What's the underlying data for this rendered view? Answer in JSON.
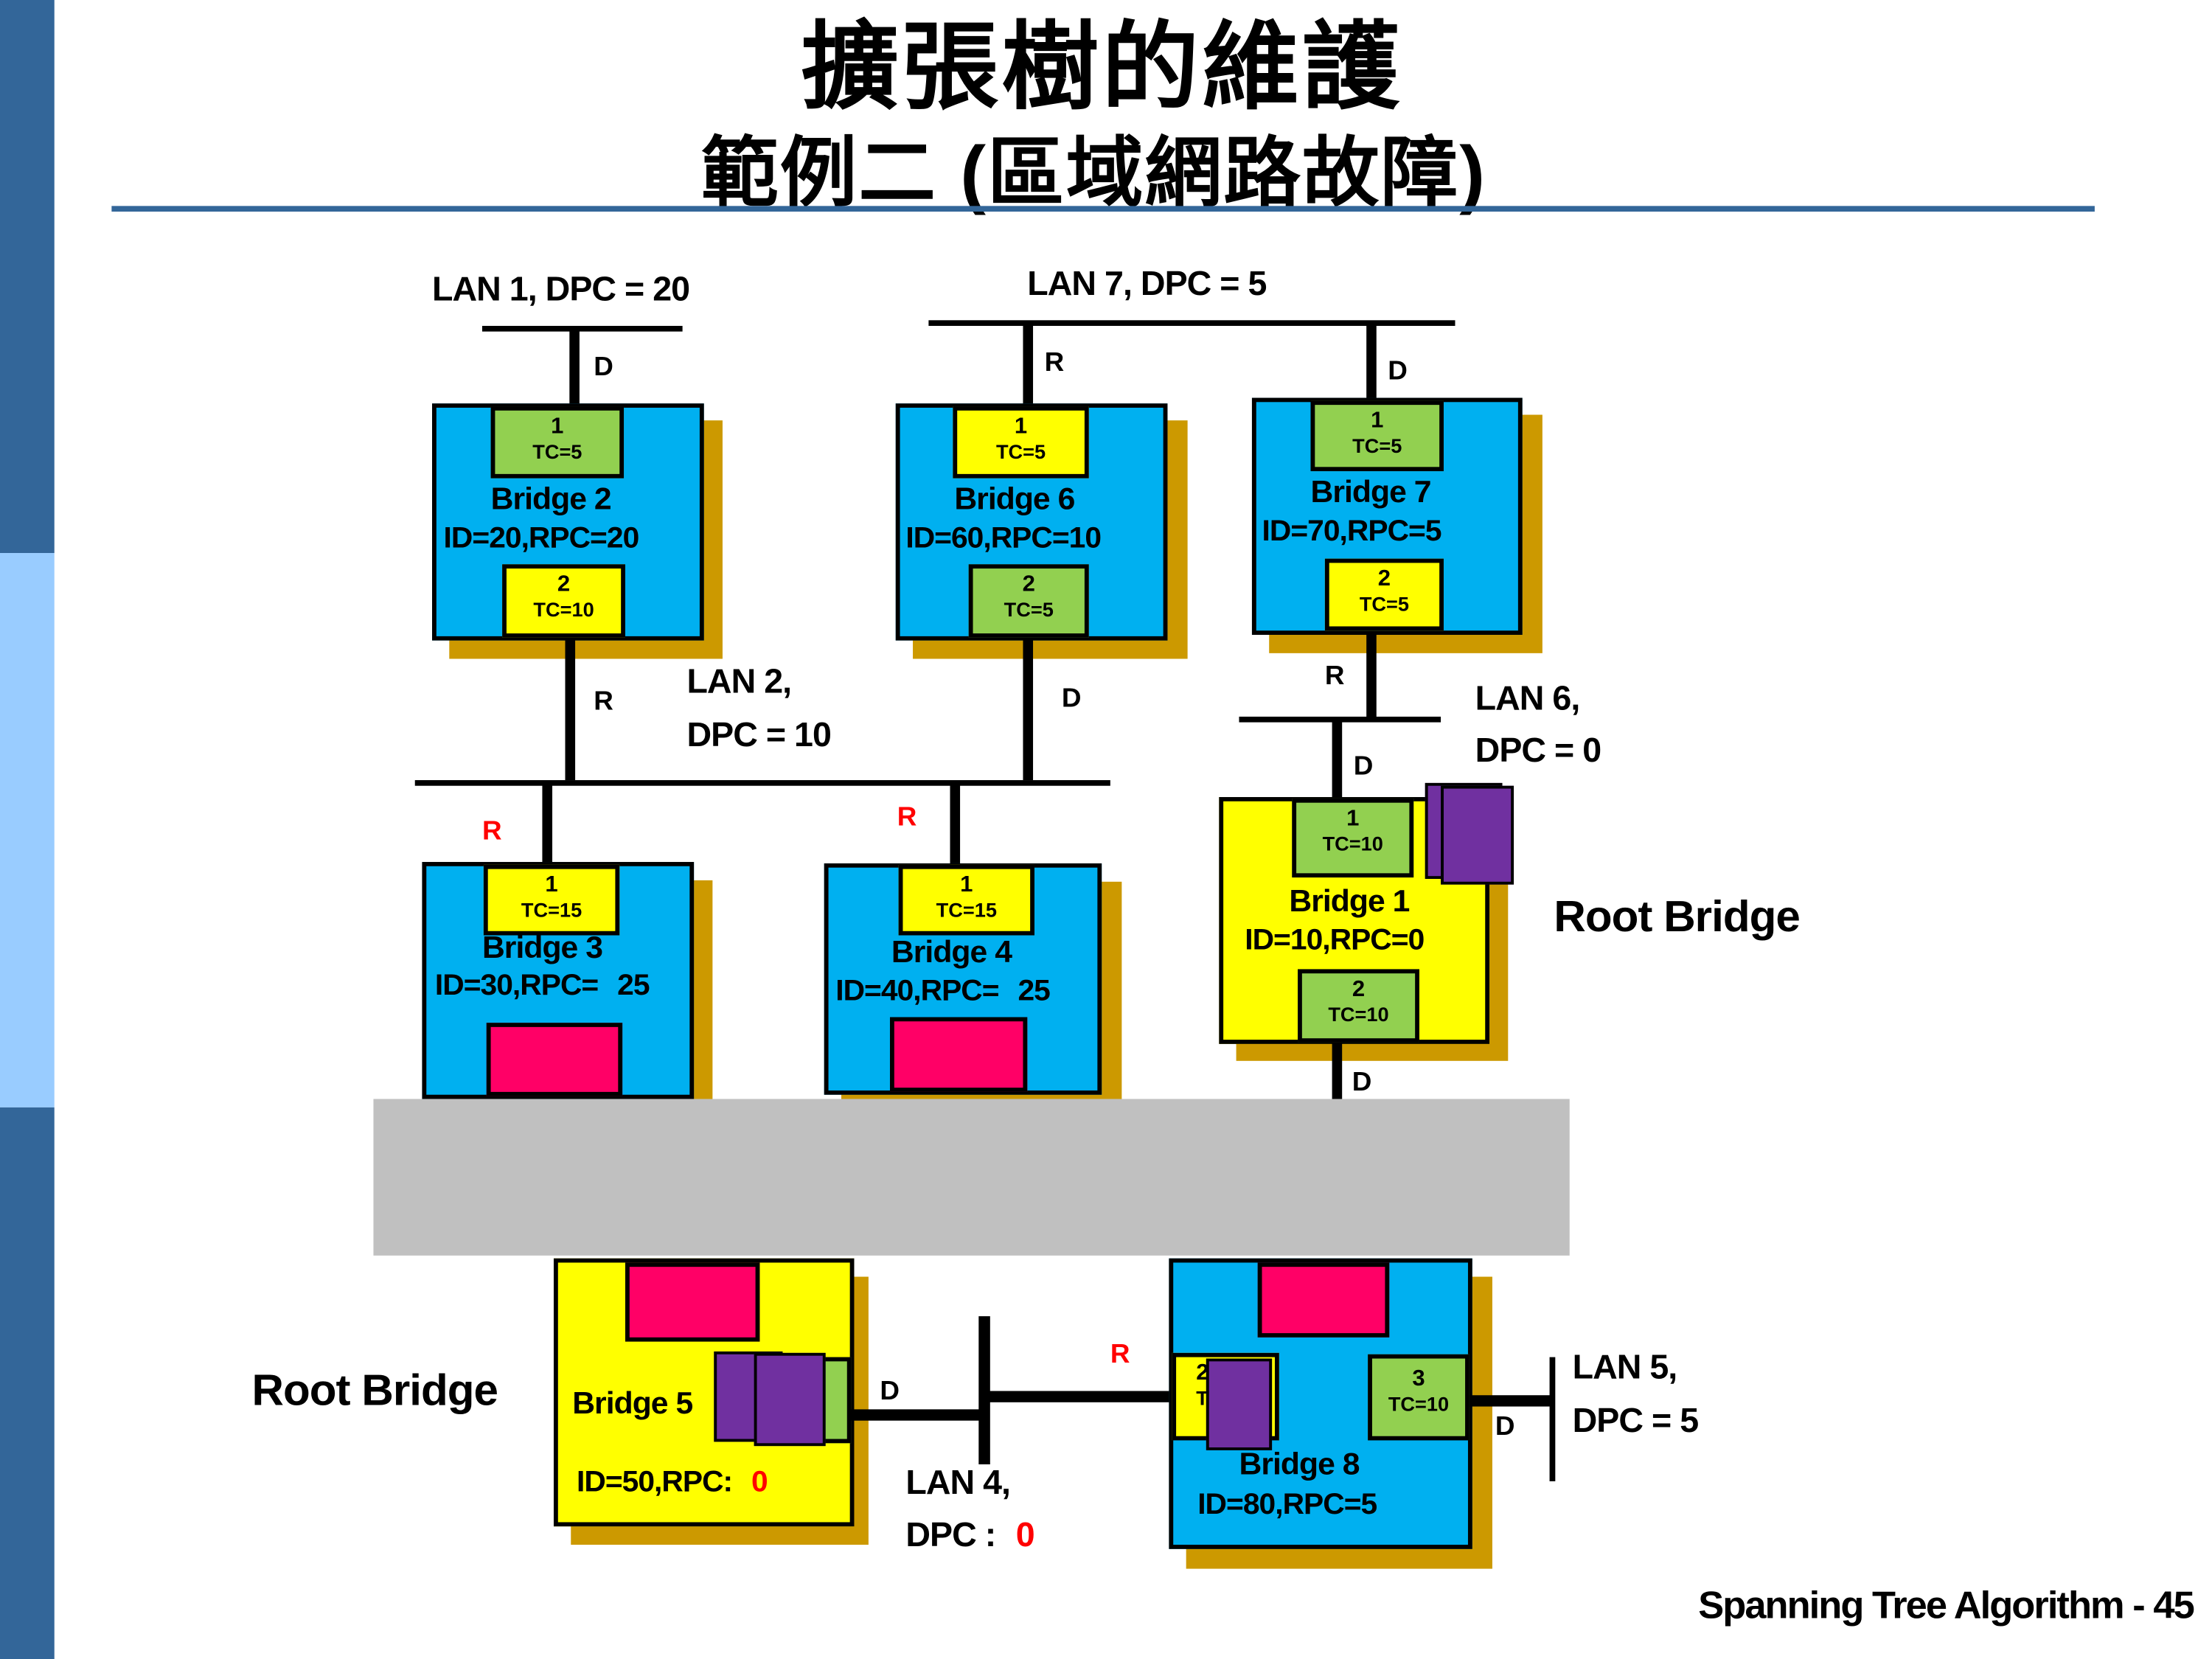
{
  "title": "擴張樹的維護",
  "subtitle": "範例二 (區域網路故障)",
  "footer": "Spanning Tree Algorithm - 45",
  "colors": {
    "sidebar_dark": "#336699",
    "sidebar_light": "#99CCFF",
    "bridge_blue": "#00B0F0",
    "root_yellow": "#FFFF00",
    "port_green": "#92D050",
    "port_yellow": "#FFFF00",
    "failed_pink": "#FF0066",
    "blocked_purple": "#7030A0",
    "shadow": "#CC9900",
    "fault_gray": "#C0C0C0",
    "new_role_red": "#FF0000"
  },
  "lans": {
    "lan1": {
      "label": "LAN 1, DPC = 20"
    },
    "lan2": {
      "label1": "LAN 2,",
      "label2": "DPC = 10"
    },
    "lan4": {
      "label1": "LAN 4,",
      "label2": "DPC :",
      "value": "0"
    },
    "lan5": {
      "label1": "LAN 5,",
      "label2": "DPC = 5"
    },
    "lan6": {
      "label1": "LAN 6,",
      "label2": "DPC = 0"
    },
    "lan7": {
      "label": "LAN 7, DPC = 5"
    }
  },
  "root_bridge_label": "Root Bridge",
  "root_bridge_label_2": "Root Bridge",
  "bridges": {
    "b1": {
      "name": "Bridge 1",
      "info": "ID=10,RPC=0",
      "p1": {
        "n": "1",
        "tc": "TC=10"
      },
      "p2": {
        "n": "2",
        "tc": "TC=10"
      }
    },
    "b2": {
      "name": "Bridge 2",
      "info": "ID=20,RPC=20",
      "p1": {
        "n": "1",
        "tc": "TC=5"
      },
      "p2": {
        "n": "2",
        "tc": "TC=10"
      }
    },
    "b3": {
      "name": "Bridge 3",
      "info": "ID=30,RPC=",
      "rpc": "25",
      "p1": {
        "n": "1",
        "tc": "TC=15"
      }
    },
    "b4": {
      "name": "Bridge 4",
      "info": "ID=40,RPC=",
      "rpc": "25",
      "p1": {
        "n": "1",
        "tc": "TC=15"
      }
    },
    "b5": {
      "name": "Bridge 5",
      "info": "ID=50,RPC:",
      "rpc": "0"
    },
    "b6": {
      "name": "Bridge 6",
      "info": "ID=60,RPC=10",
      "p1": {
        "n": "1",
        "tc": "TC=5"
      },
      "p2": {
        "n": "2",
        "tc": "TC=5"
      }
    },
    "b7": {
      "name": "Bridge 7",
      "info": "ID=70,RPC=5",
      "p1": {
        "n": "1",
        "tc": "TC=5"
      },
      "p2": {
        "n": "2",
        "tc": "TC=5"
      }
    },
    "b8": {
      "name": "Bridge 8",
      "info": "ID=80,RPC=5",
      "p2": {
        "n": "2",
        "tc": "T"
      },
      "p3": {
        "n": "3",
        "tc": "TC=10"
      }
    }
  },
  "roles": {
    "d": "D",
    "r": "R"
  }
}
